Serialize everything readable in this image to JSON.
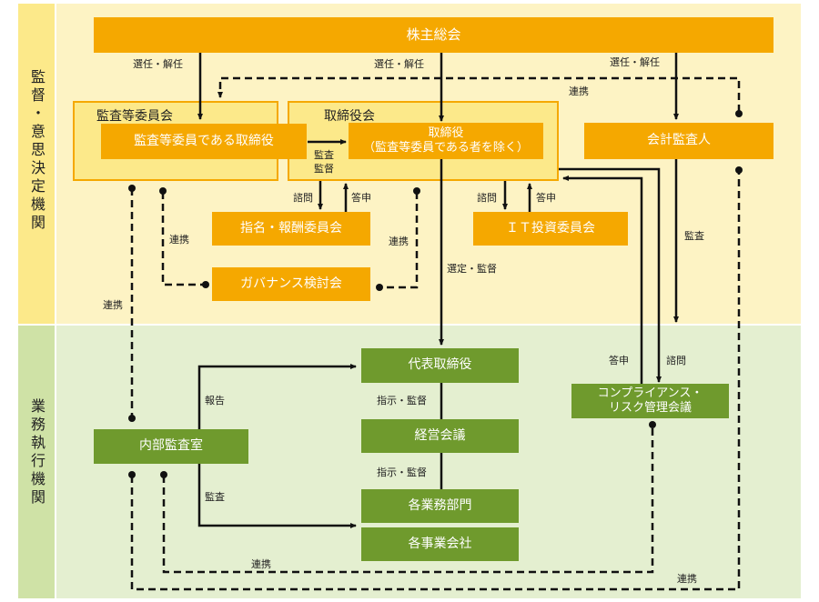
{
  "bands": {
    "top_label": "監督・意思決定機関",
    "bottom_label": "業務執行機関"
  },
  "boxes": {
    "shareholders": "株主総会",
    "audit_committee_group": "監査等委員会",
    "audit_committee_director": "監査等委員である取締役",
    "board_group": "取締役会",
    "directors_line1": "取締役",
    "directors_line2": "（監査等委員である者を除く）",
    "accounting_auditor": "会計監査人",
    "nomination_committee": "指名・報酬委員会",
    "governance_committee": "ガバナンス検討会",
    "it_committee": "ＩＴ投資委員会",
    "representative_director": "代表取締役",
    "management_meeting": "経営会議",
    "compliance_line1": "コンプライアンス・",
    "compliance_line2": "リスク管理会議",
    "internal_audit": "内部監査室",
    "business_divisions": "各業務部門",
    "group_companies": "各事業会社"
  },
  "labels": {
    "appoint_1": "選任・解任",
    "appoint_2": "選任・解任",
    "appoint_3": "選任・解任",
    "coop_top": "連携",
    "audit_supervise_1": "監査",
    "audit_supervise_2": "監督",
    "consult_1": "諮問",
    "report_1": "答申",
    "consult_2": "諮問",
    "report_2": "答申",
    "coop_left1": "連携",
    "coop_left2": "連携",
    "coop_mid": "連携",
    "select_supervise": "選定・監督",
    "audit_right": "監査",
    "report_comp": "答申",
    "consult_comp": "諮問",
    "report_internal": "報告",
    "instruct_1": "指示・監督",
    "instruct_2": "指示・監督",
    "audit_internal": "監査",
    "coop_bottom1": "連携",
    "coop_bottom2": "連携"
  }
}
